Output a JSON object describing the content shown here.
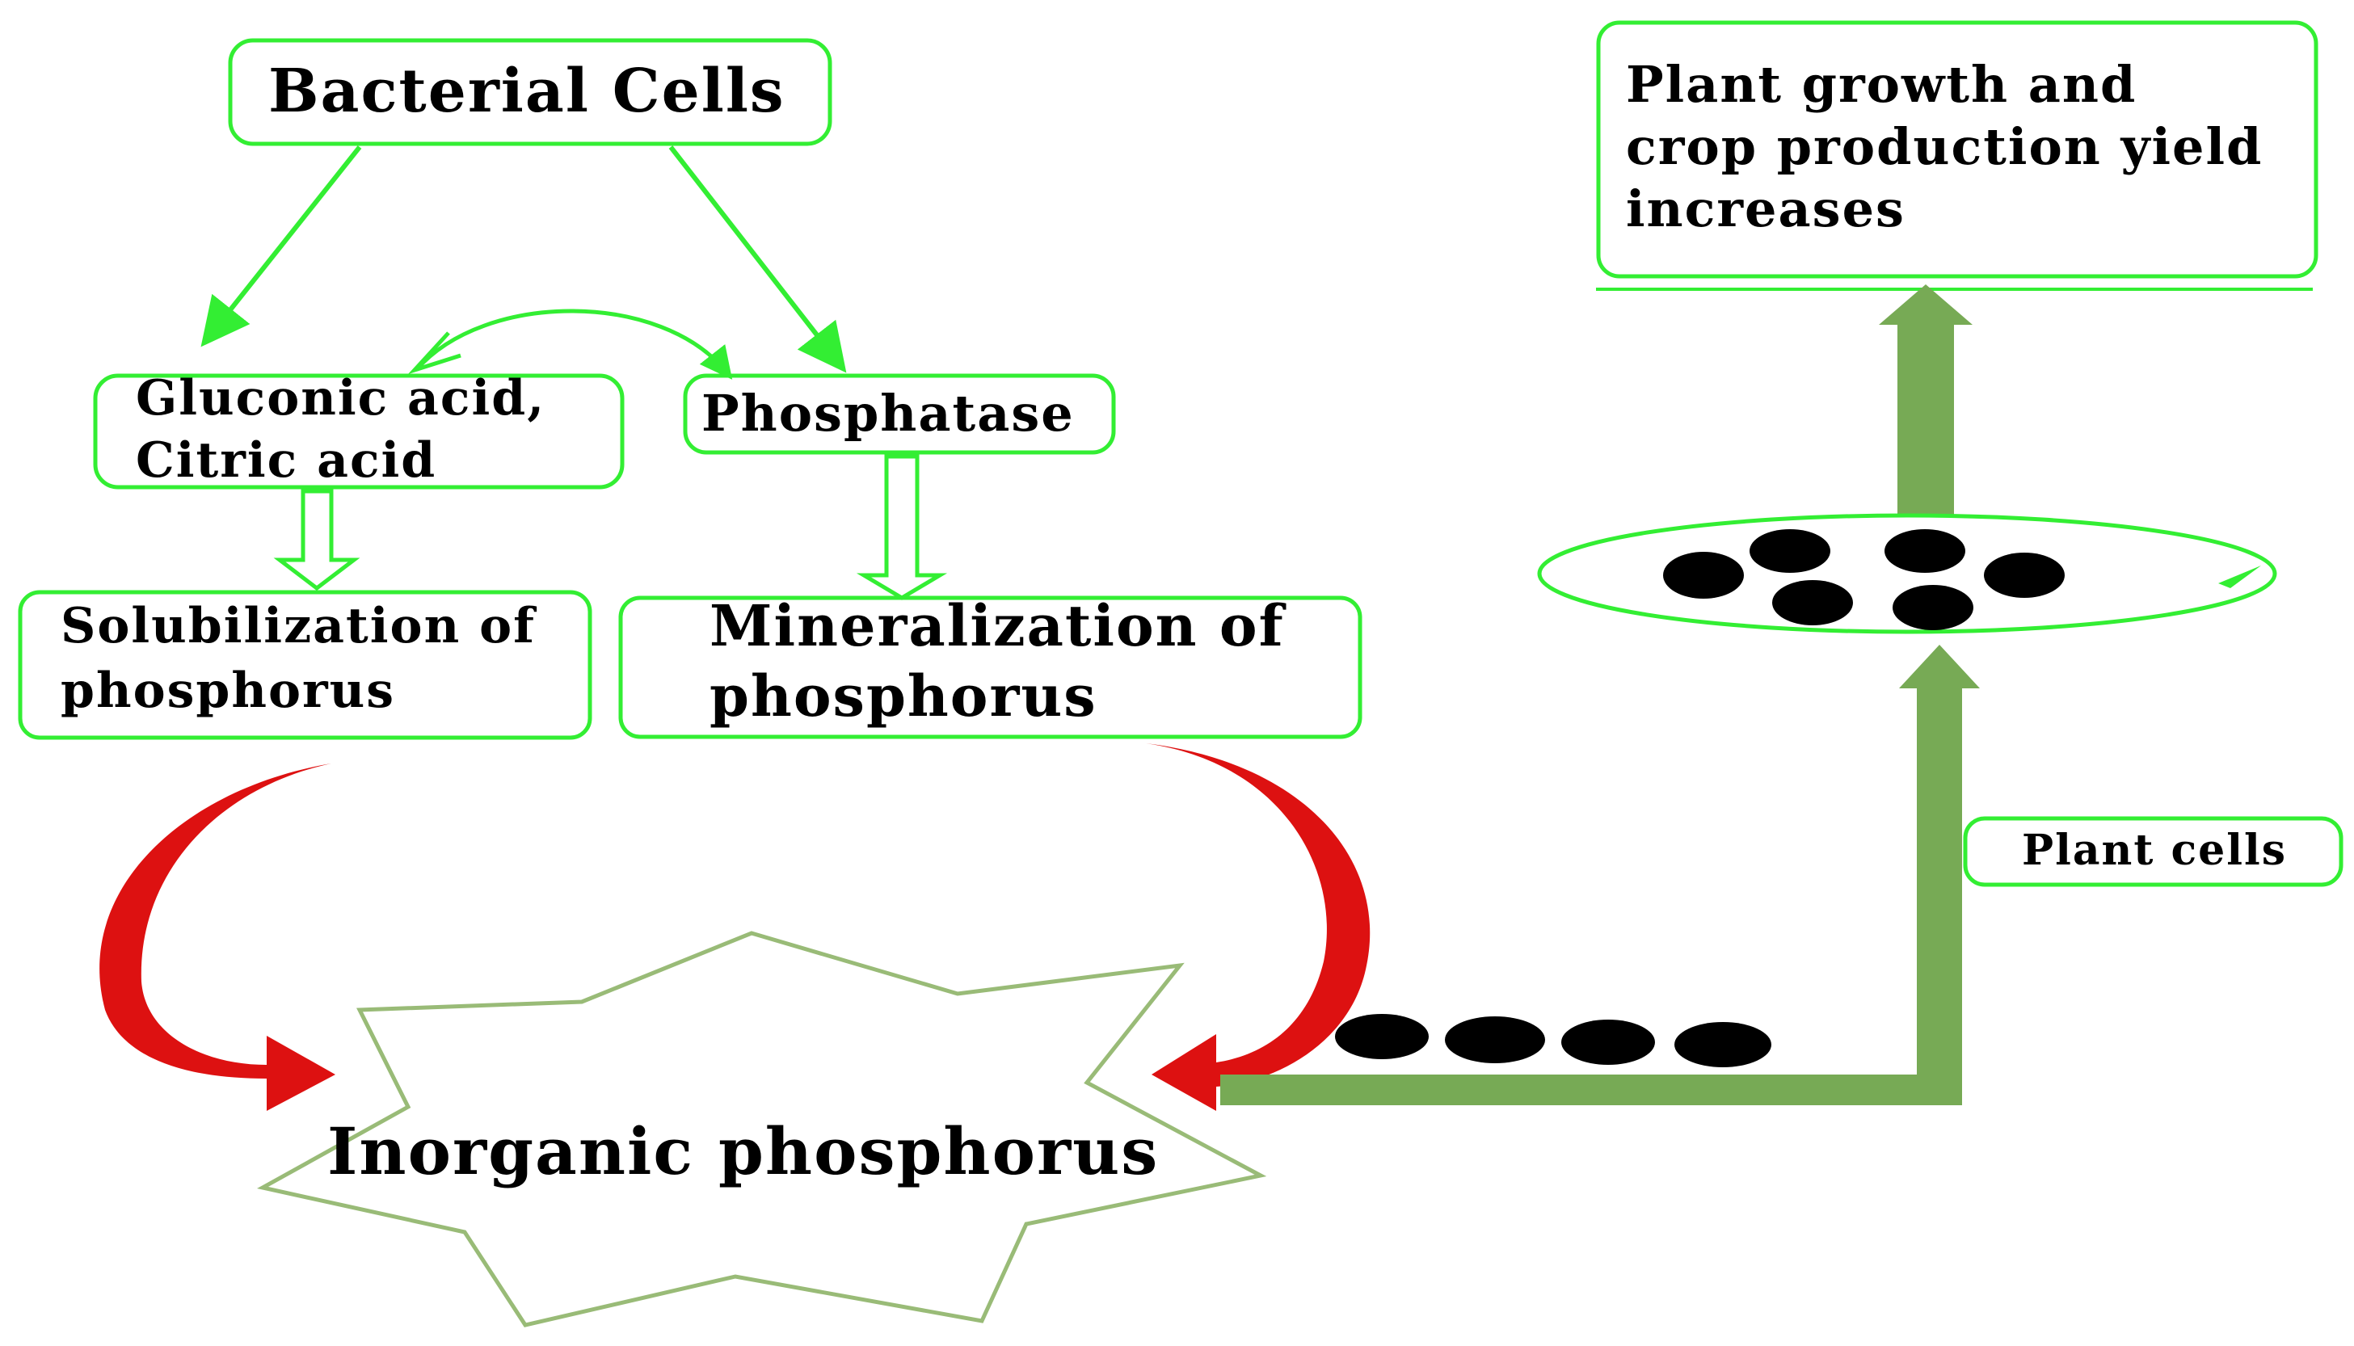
{
  "nodes": {
    "bacterial_cells": "Bacterial Cells",
    "acids_line1": "Gluconic acid,",
    "acids_line2": "Citric acid",
    "phosphatase": "Phosphatase",
    "solubilization_line1": "Solubilization of",
    "solubilization_line2": "phosphorus",
    "mineralization_line1": "Mineralization of",
    "mineralization_line2": "phosphorus",
    "inorganic_phosphorus": "Inorganic phosphorus",
    "plant_cells": "Plant cells",
    "outcome_line1": "Plant growth and",
    "outcome_line2": "crop production yield",
    "outcome_line3": "increases"
  },
  "colors": {
    "box_border": "#33ee33",
    "arrow_bright_green": "#33ee33",
    "arrow_olive_green": "#77aa55",
    "arrow_red": "#dd1111",
    "star_outline": "#99bb77",
    "particle": "#000000"
  }
}
